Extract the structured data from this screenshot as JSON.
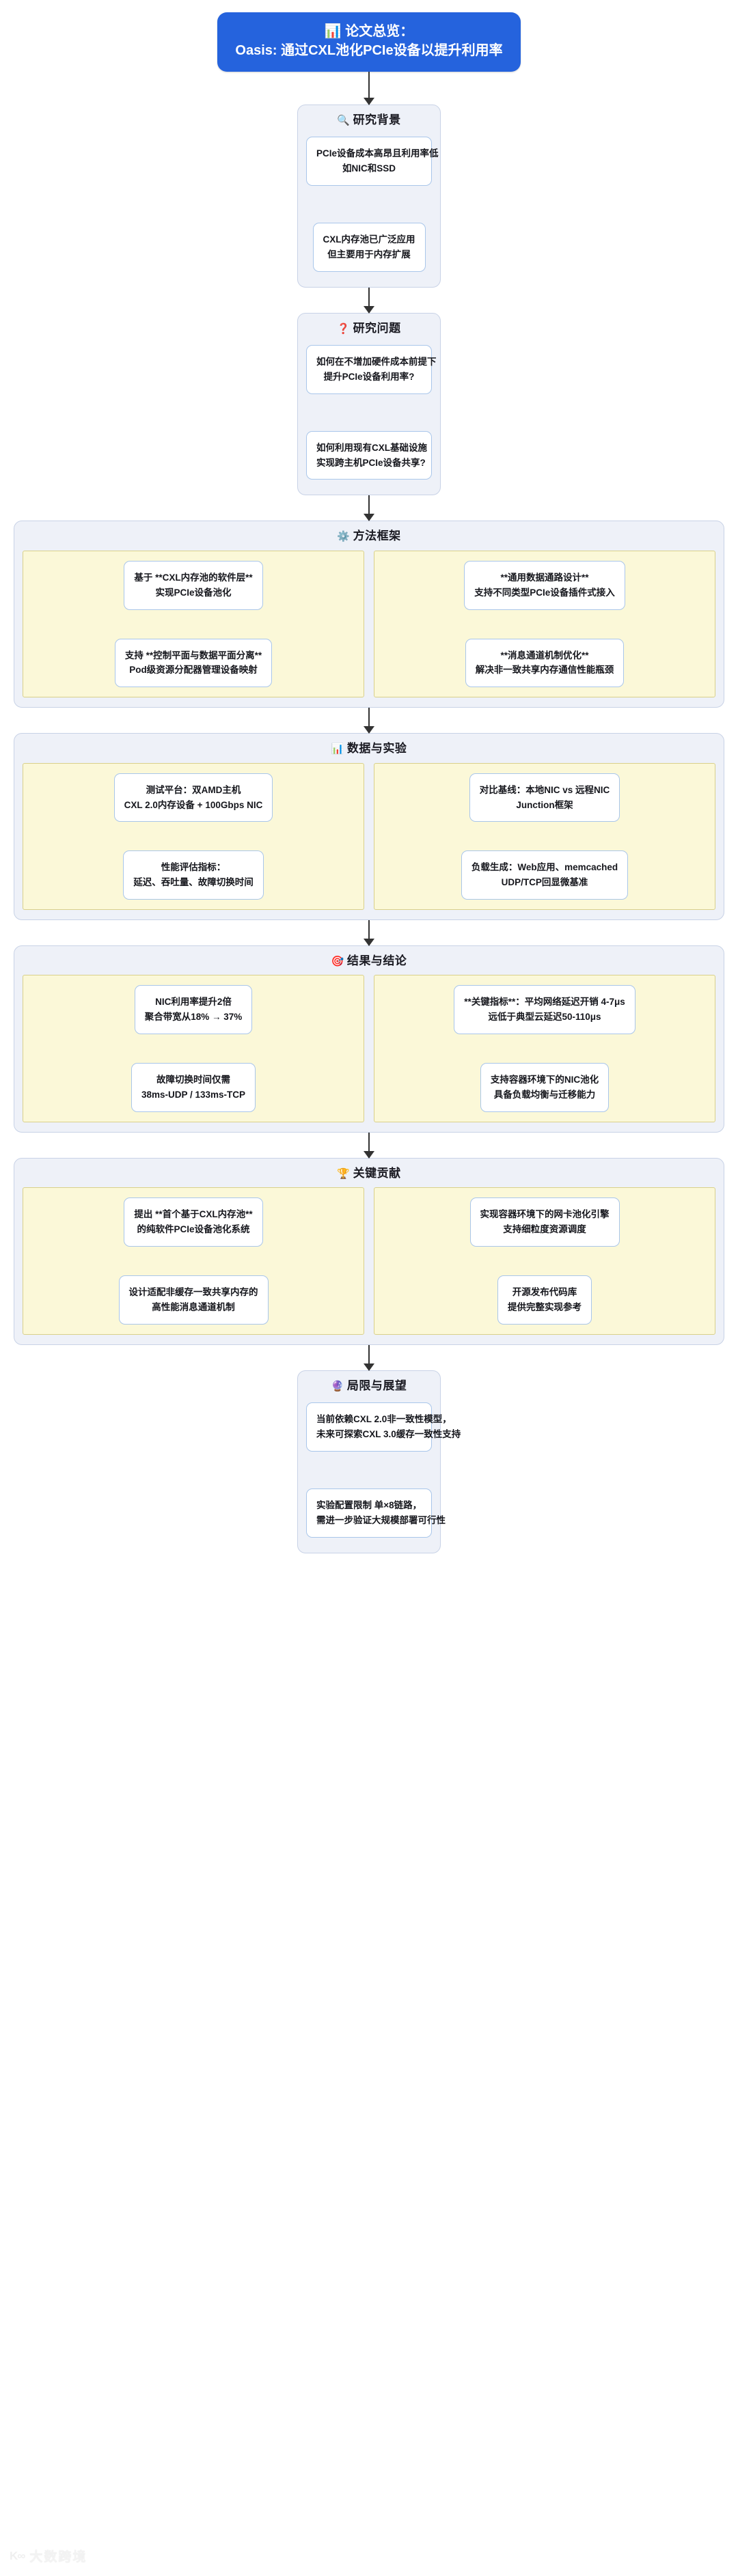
{
  "title": {
    "icon": "bar-chart-icon",
    "line1": "📊 论文总览：",
    "line2": "Oasis: 通过CXL池化PCIe设备以提升利用率"
  },
  "sections": [
    {
      "id": "background",
      "icon": "magnifier-icon",
      "icon_glyph": "🔍",
      "title": "研究背景",
      "layout": "single",
      "cards": [
        {
          "lines": [
            "PCIe设备成本高昂且利用率低",
            "如NIC和SSD"
          ]
        },
        {
          "lines": [
            "CXL内存池已广泛应用",
            "但主要用于内存扩展"
          ]
        }
      ]
    },
    {
      "id": "questions",
      "icon": "question-mark-icon",
      "icon_glyph": "❓",
      "title": "研究问题",
      "layout": "single",
      "cards": [
        {
          "lines": [
            "如何在不增加硬件成本前提下",
            "提升PCIe设备利用率?"
          ]
        },
        {
          "lines": [
            "如何利用现有CXL基础设施",
            "实现跨主机PCIe设备共享?"
          ]
        }
      ]
    },
    {
      "id": "method",
      "icon": "gear-icon",
      "icon_glyph": "⚙️",
      "title": "方法框架",
      "layout": "two-column",
      "left_cards": [
        {
          "lines": [
            "基于 **CXL内存池的软件层**",
            "实现PCIe设备池化"
          ]
        },
        {
          "lines": [
            "支持 **控制平面与数据平面分离**",
            "Pod级资源分配器管理设备映射"
          ]
        }
      ],
      "right_cards": [
        {
          "lines": [
            "**通用数据通路设计**",
            "支持不同类型PCIe设备插件式接入"
          ]
        },
        {
          "lines": [
            "**消息通道机制优化**",
            "解决非一致共享内存通信性能瓶颈"
          ]
        }
      ]
    },
    {
      "id": "experiments",
      "icon": "bar-chart-icon",
      "icon_glyph": "📊",
      "title": "数据与实验",
      "layout": "two-column",
      "left_cards": [
        {
          "lines": [
            "测试平台：双AMD主机",
            "CXL 2.0内存设备 + 100Gbps NIC"
          ]
        },
        {
          "lines": [
            "性能评估指标：",
            "延迟、吞吐量、故障切换时间"
          ]
        }
      ],
      "right_cards": [
        {
          "lines": [
            "对比基线：本地NIC vs 远程NIC",
            "Junction框架"
          ]
        },
        {
          "lines": [
            "负载生成：Web应用、memcached",
            "UDP/TCP回显微基准"
          ]
        }
      ]
    },
    {
      "id": "results",
      "icon": "target-icon",
      "icon_glyph": "🎯",
      "title": "结果与结论",
      "layout": "two-column",
      "left_cards": [
        {
          "lines": [
            "NIC利用率提升2倍",
            "聚合带宽从18% → 37%"
          ]
        },
        {
          "lines": [
            "故障切换时间仅需",
            "38ms-UDP / 133ms-TCP"
          ]
        }
      ],
      "right_cards": [
        {
          "lines": [
            "**关键指标**：平均网络延迟开销 4-7μs",
            "远低于典型云延迟50-110μs"
          ]
        },
        {
          "lines": [
            "支持容器环境下的NIC池化",
            "具备负载均衡与迁移能力"
          ]
        }
      ]
    },
    {
      "id": "contributions",
      "icon": "trophy-icon",
      "icon_glyph": "🏆",
      "title": "关键贡献",
      "layout": "two-column",
      "left_cards": [
        {
          "lines": [
            "提出 **首个基于CXL内存池**",
            "的纯软件PCIe设备池化系统"
          ]
        },
        {
          "lines": [
            "设计适配非缓存一致共享内存的",
            "高性能消息通道机制"
          ]
        }
      ],
      "right_cards": [
        {
          "lines": [
            "实现容器环境下的网卡池化引擎",
            "支持细粒度资源调度"
          ]
        },
        {
          "lines": [
            "开源发布代码库",
            "提供完整实现参考"
          ]
        }
      ]
    },
    {
      "id": "limitations",
      "icon": "crystal-ball-icon",
      "icon_glyph": "🔮",
      "title": "局限与展望",
      "layout": "single",
      "cards": [
        {
          "lines": [
            "当前依赖CXL 2.0非一致性模型，",
            "未来可探索CXL 3.0缓存一致性支持"
          ]
        },
        {
          "lines": [
            "实验配置限制 单×8链路，",
            "需进一步验证大规模部署可行性"
          ]
        }
      ]
    }
  ],
  "watermark": {
    "mark": "K∞",
    "text": "大数跨境"
  },
  "colors": {
    "title_bg": "#2563dd",
    "section_bg": "#eef1f8",
    "section_border": "#c8d2e6",
    "column_bg": "#fbf8d8",
    "column_border": "#d9d08a",
    "card_border": "#a9c6ea",
    "card_bg": "#ffffff",
    "arrow": "#333333",
    "question_mark": "#d01717"
  }
}
